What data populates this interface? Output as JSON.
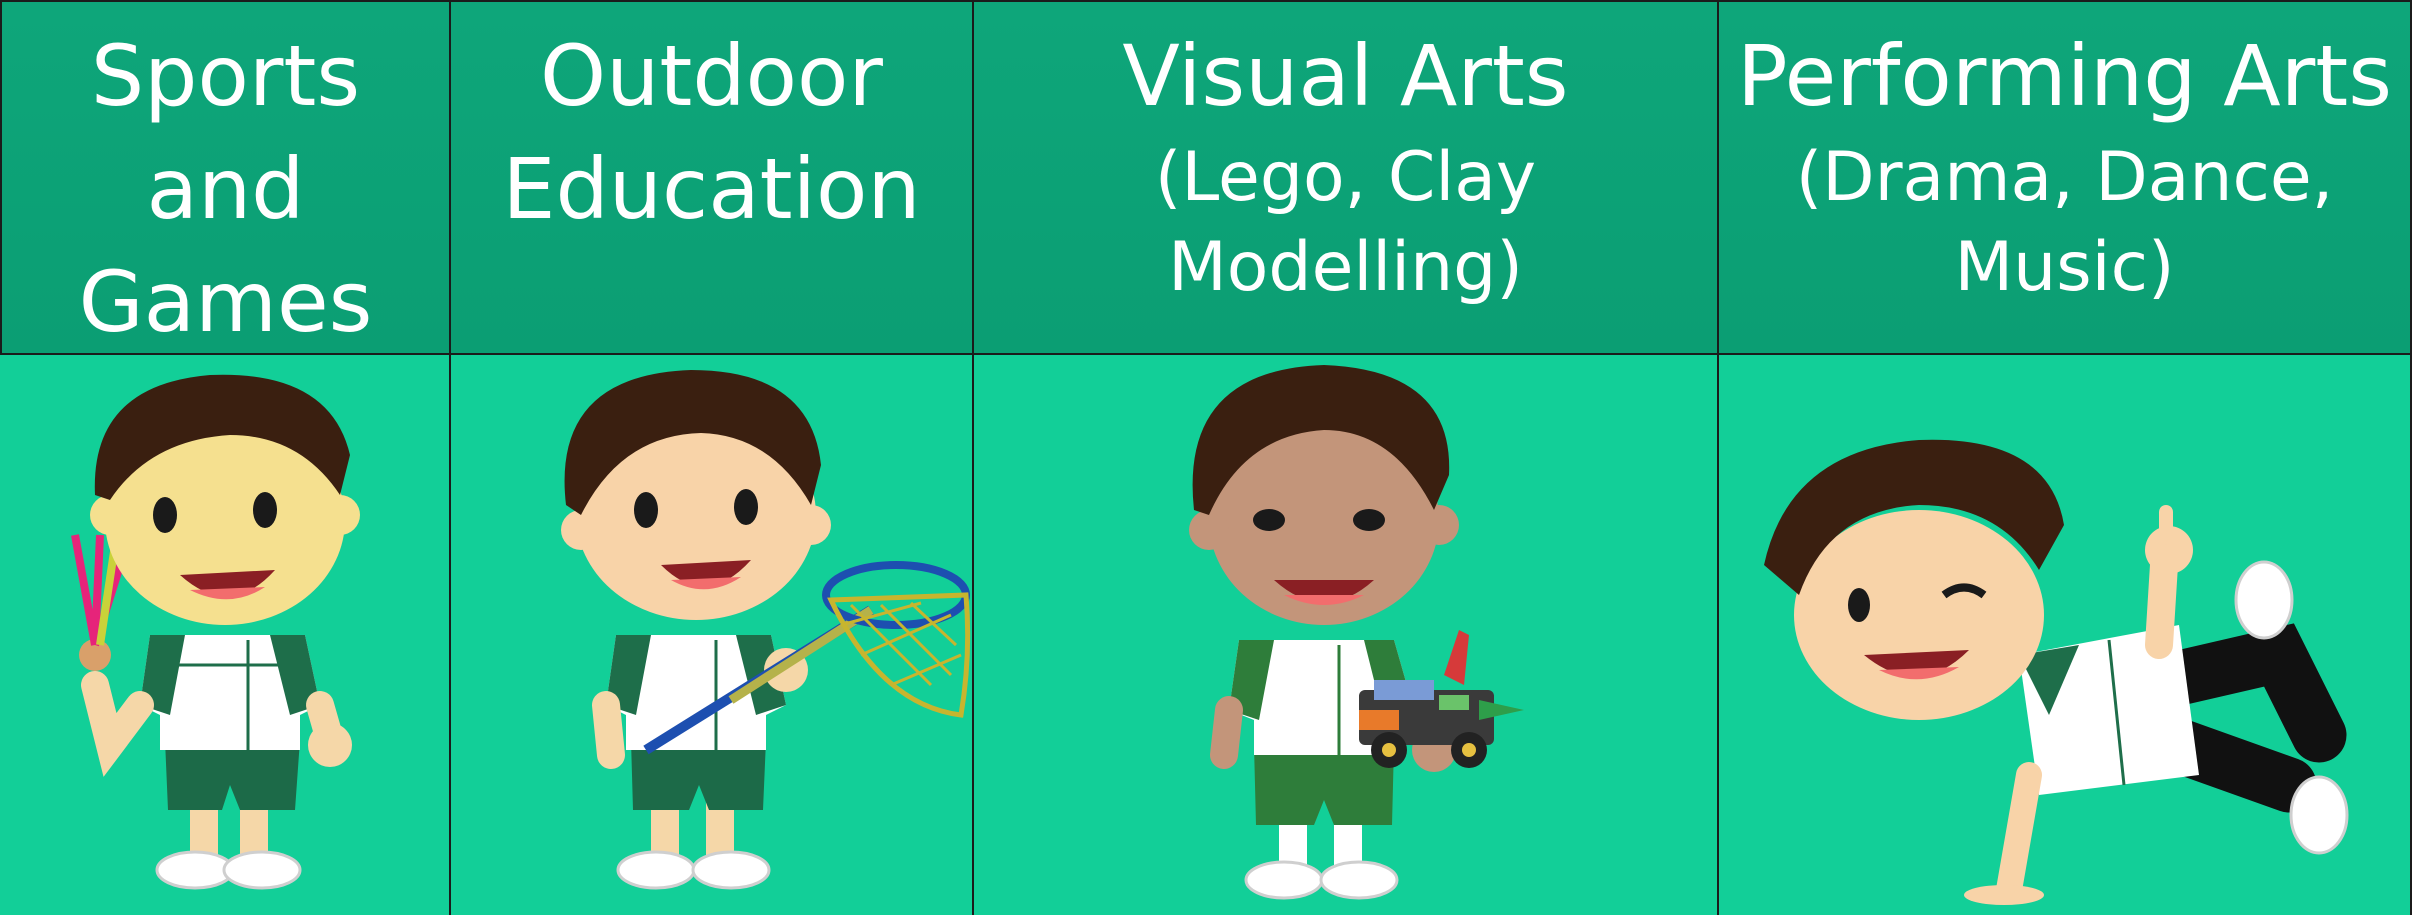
{
  "columns": [
    {
      "title_line1": "Sports and",
      "title_line2": "Games",
      "subtitle_line1": "",
      "subtitle_line2": ""
    },
    {
      "title_line1": "Outdoor",
      "title_line2": "Education",
      "subtitle_line1": "",
      "subtitle_line2": ""
    },
    {
      "title_line1": "Visual Arts",
      "title_line2": "",
      "subtitle_line1": "(Lego, Clay Modelling)",
      "subtitle_line2": ""
    },
    {
      "title_line1": "Performing Arts",
      "title_line2": "",
      "subtitle_line1": "(Drama, Dance,",
      "subtitle_line2": "Music)"
    }
  ],
  "colors": {
    "header_bg": "#0ea67a",
    "cell_bg": "#12cf98",
    "hair": "#3a1f10",
    "shirt_green": "#1e6e4a",
    "shorts_green": "#1c6a48"
  },
  "icons": [
    "shuttlecock-icon",
    "butterfly-net-icon",
    "lego-car-icon",
    "thumbs-up-icon"
  ]
}
